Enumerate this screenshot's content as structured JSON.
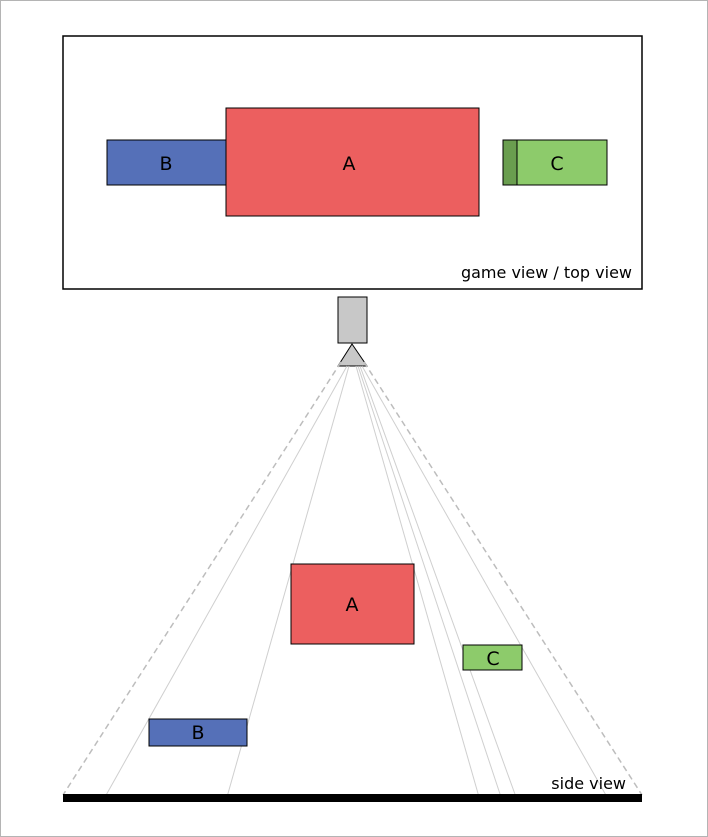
{
  "colors": {
    "a": "#ec5f5f",
    "b": "#5570b8",
    "c": "#8dcb6b",
    "c_dark": "#6a9e4f",
    "camera": "#c8c8c8",
    "line": "#bdbdbd",
    "ground": "#000000"
  },
  "top_view": {
    "caption": "game view / top view",
    "a_label": "A",
    "b_label": "B",
    "c_label": "C"
  },
  "side_view": {
    "caption": "side view",
    "a_label": "A",
    "b_label": "B",
    "c_label": "C"
  },
  "icons": {
    "camera": "camera-icon"
  }
}
